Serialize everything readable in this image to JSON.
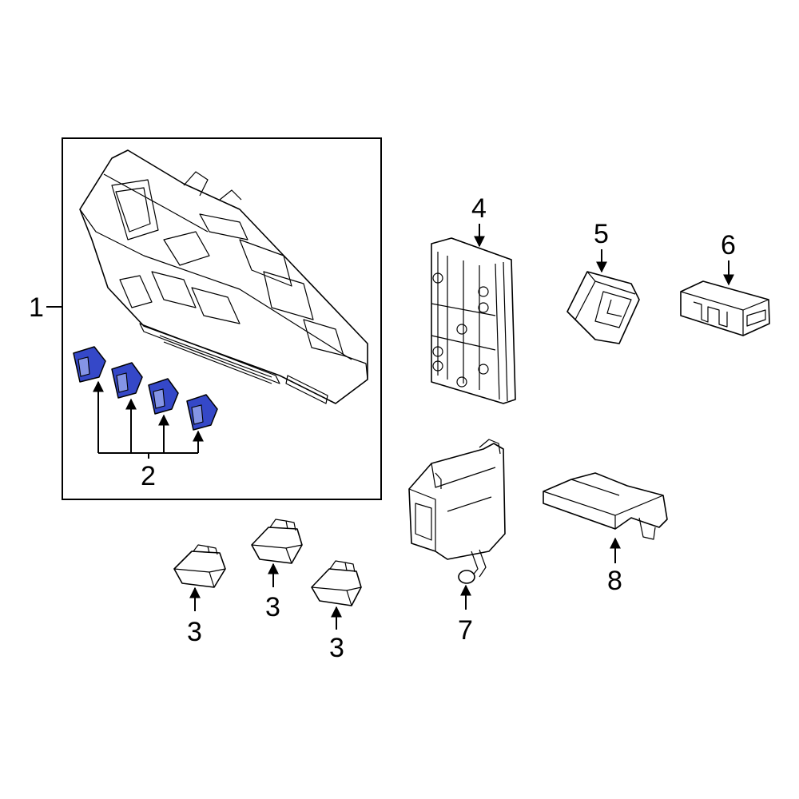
{
  "diagram": {
    "callouts": {
      "c1": "1",
      "c2": "2",
      "c3a": "3",
      "c3b": "3",
      "c3c": "3",
      "c4": "4",
      "c5": "5",
      "c6": "6",
      "c7": "7",
      "c8": "8"
    },
    "colors": {
      "highlight": "#3548c8",
      "line": "#000000",
      "background": "#ffffff"
    }
  }
}
